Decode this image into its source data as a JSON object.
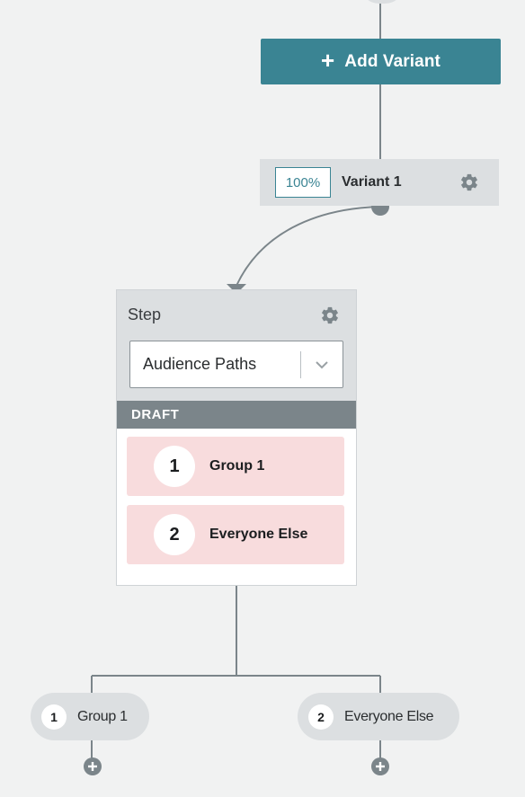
{
  "flow": {
    "add_variant_label": "Add Variant",
    "variant": {
      "percent": "100%",
      "name": "Variant 1"
    },
    "step": {
      "title": "Step",
      "type_select_value": "Audience Paths",
      "status": "DRAFT",
      "paths": [
        {
          "number": "1",
          "label": "Group 1"
        },
        {
          "number": "2",
          "label": "Everyone Else"
        }
      ]
    },
    "branches": [
      {
        "number": "1",
        "label": "Group 1"
      },
      {
        "number": "2",
        "label": "Everyone Else"
      }
    ]
  },
  "icons": {
    "add": "plus-icon",
    "settings": "gear-icon",
    "dropdown": "chevron-down-icon",
    "add_step": "plus-circle-icon"
  },
  "colors": {
    "background": "#f1f2f2",
    "accent": "#3a8493",
    "panel": "#dcdfe1",
    "connector": "#7b858a",
    "draft_bar": "#7b858a",
    "path_row": "#f8dcdd"
  }
}
